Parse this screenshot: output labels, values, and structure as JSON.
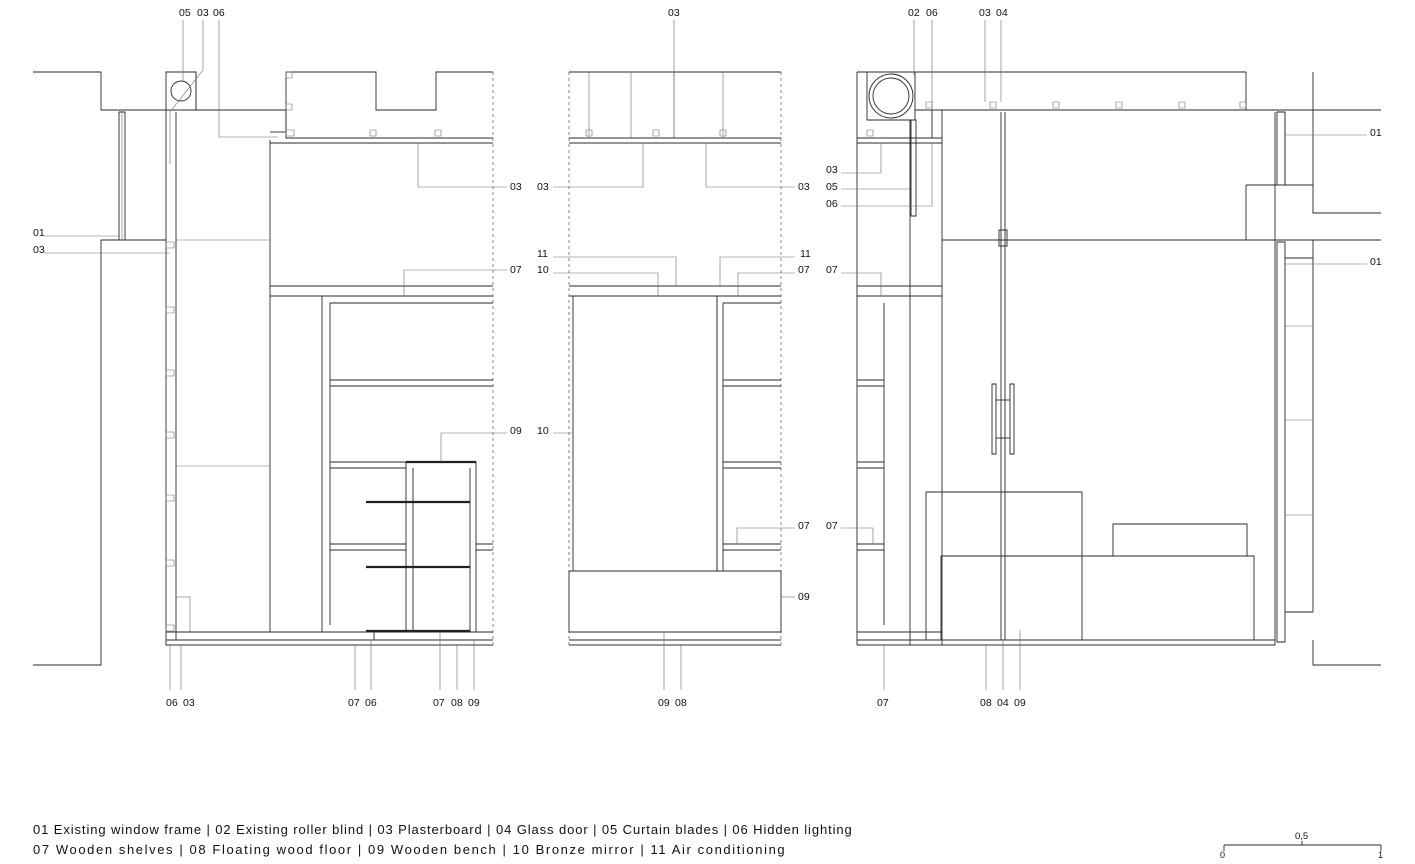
{
  "legend": {
    "line1": "01 Existing window frame | 02 Existing roller blind | 03 Plasterboard | 04 Glass door | 05 Curtain blades | 06 Hidden lighting",
    "line2": "07 Wooden shelves | 08 Floating wood floor | 09 Wooden bench | 10 Bronze mirror | 11 Air conditioning"
  },
  "scale_bar": {
    "min": "0",
    "mid": "0,5",
    "max": "1"
  },
  "elevation_left": {
    "top_tags": [
      "05",
      "03",
      "06"
    ],
    "side_tags_left": [
      "01",
      "03"
    ],
    "side_tags_right": [
      "03",
      "07",
      "09"
    ],
    "bottom_tags": [
      "06",
      "03",
      "07",
      "06",
      "07",
      "08",
      "09"
    ]
  },
  "elevation_center": {
    "top_tags": [
      "03"
    ],
    "side_tags_left": [
      "03",
      "11",
      "10",
      "10"
    ],
    "side_tags_right": [
      "03",
      "11",
      "07",
      "07",
      "09"
    ],
    "bottom_tags": [
      "09",
      "08"
    ]
  },
  "elevation_right": {
    "top_tags": [
      "02",
      "06",
      "03",
      "04"
    ],
    "side_tags_left": [
      "03",
      "05",
      "06",
      "07",
      "07"
    ],
    "side_tags_right": [
      "01",
      "01"
    ],
    "bottom_tags": [
      "07",
      "08",
      "04",
      "09"
    ]
  }
}
